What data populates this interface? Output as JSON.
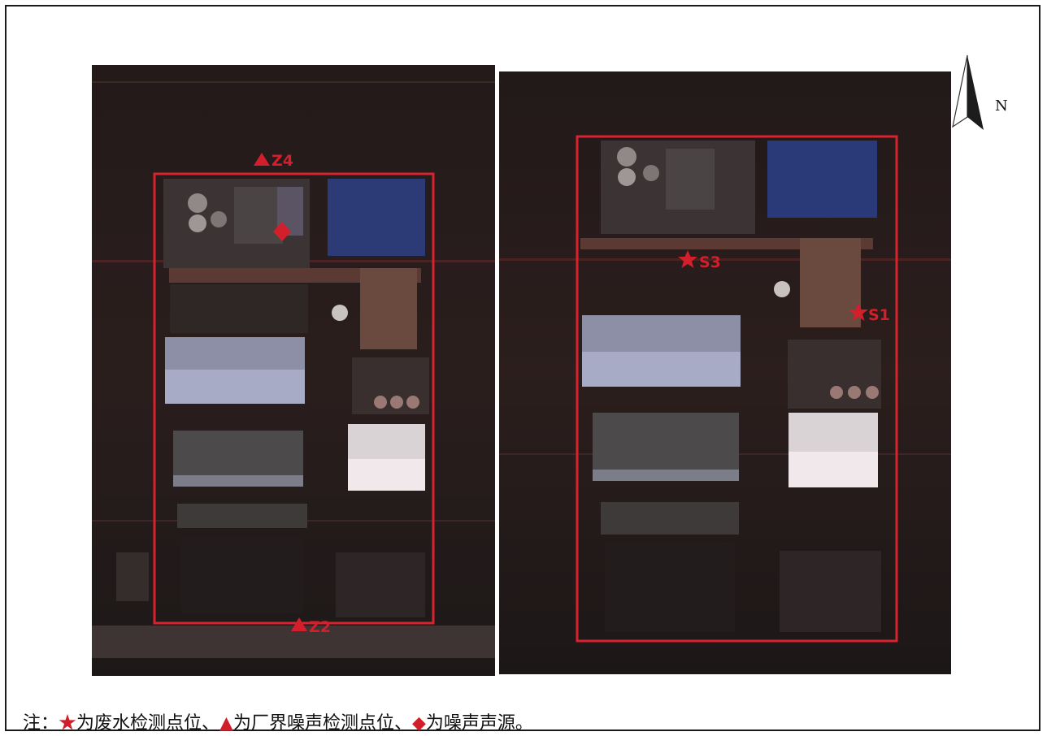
{
  "colors": {
    "boundary": "#d8232f",
    "marker": "#d21f2b",
    "water": "#2d3f7a"
  },
  "map_left": {
    "markers": [
      {
        "label": "Z4",
        "shape": "triangle"
      },
      {
        "label": "Z2",
        "shape": "triangle"
      },
      {
        "label": "",
        "shape": "diamond"
      }
    ]
  },
  "map_right": {
    "markers": [
      {
        "label": "S3",
        "shape": "star"
      },
      {
        "label": "S1",
        "shape": "star"
      }
    ]
  },
  "north_arrow": {
    "label": "N"
  },
  "legend": {
    "prefix": "注：",
    "star_symbol": "★",
    "star_text": "为废水检测点位、",
    "triangle_symbol": "▲",
    "triangle_text": "为厂界噪声检测点位、",
    "diamond_symbol": "◆",
    "diamond_text": "为噪声声源。"
  }
}
